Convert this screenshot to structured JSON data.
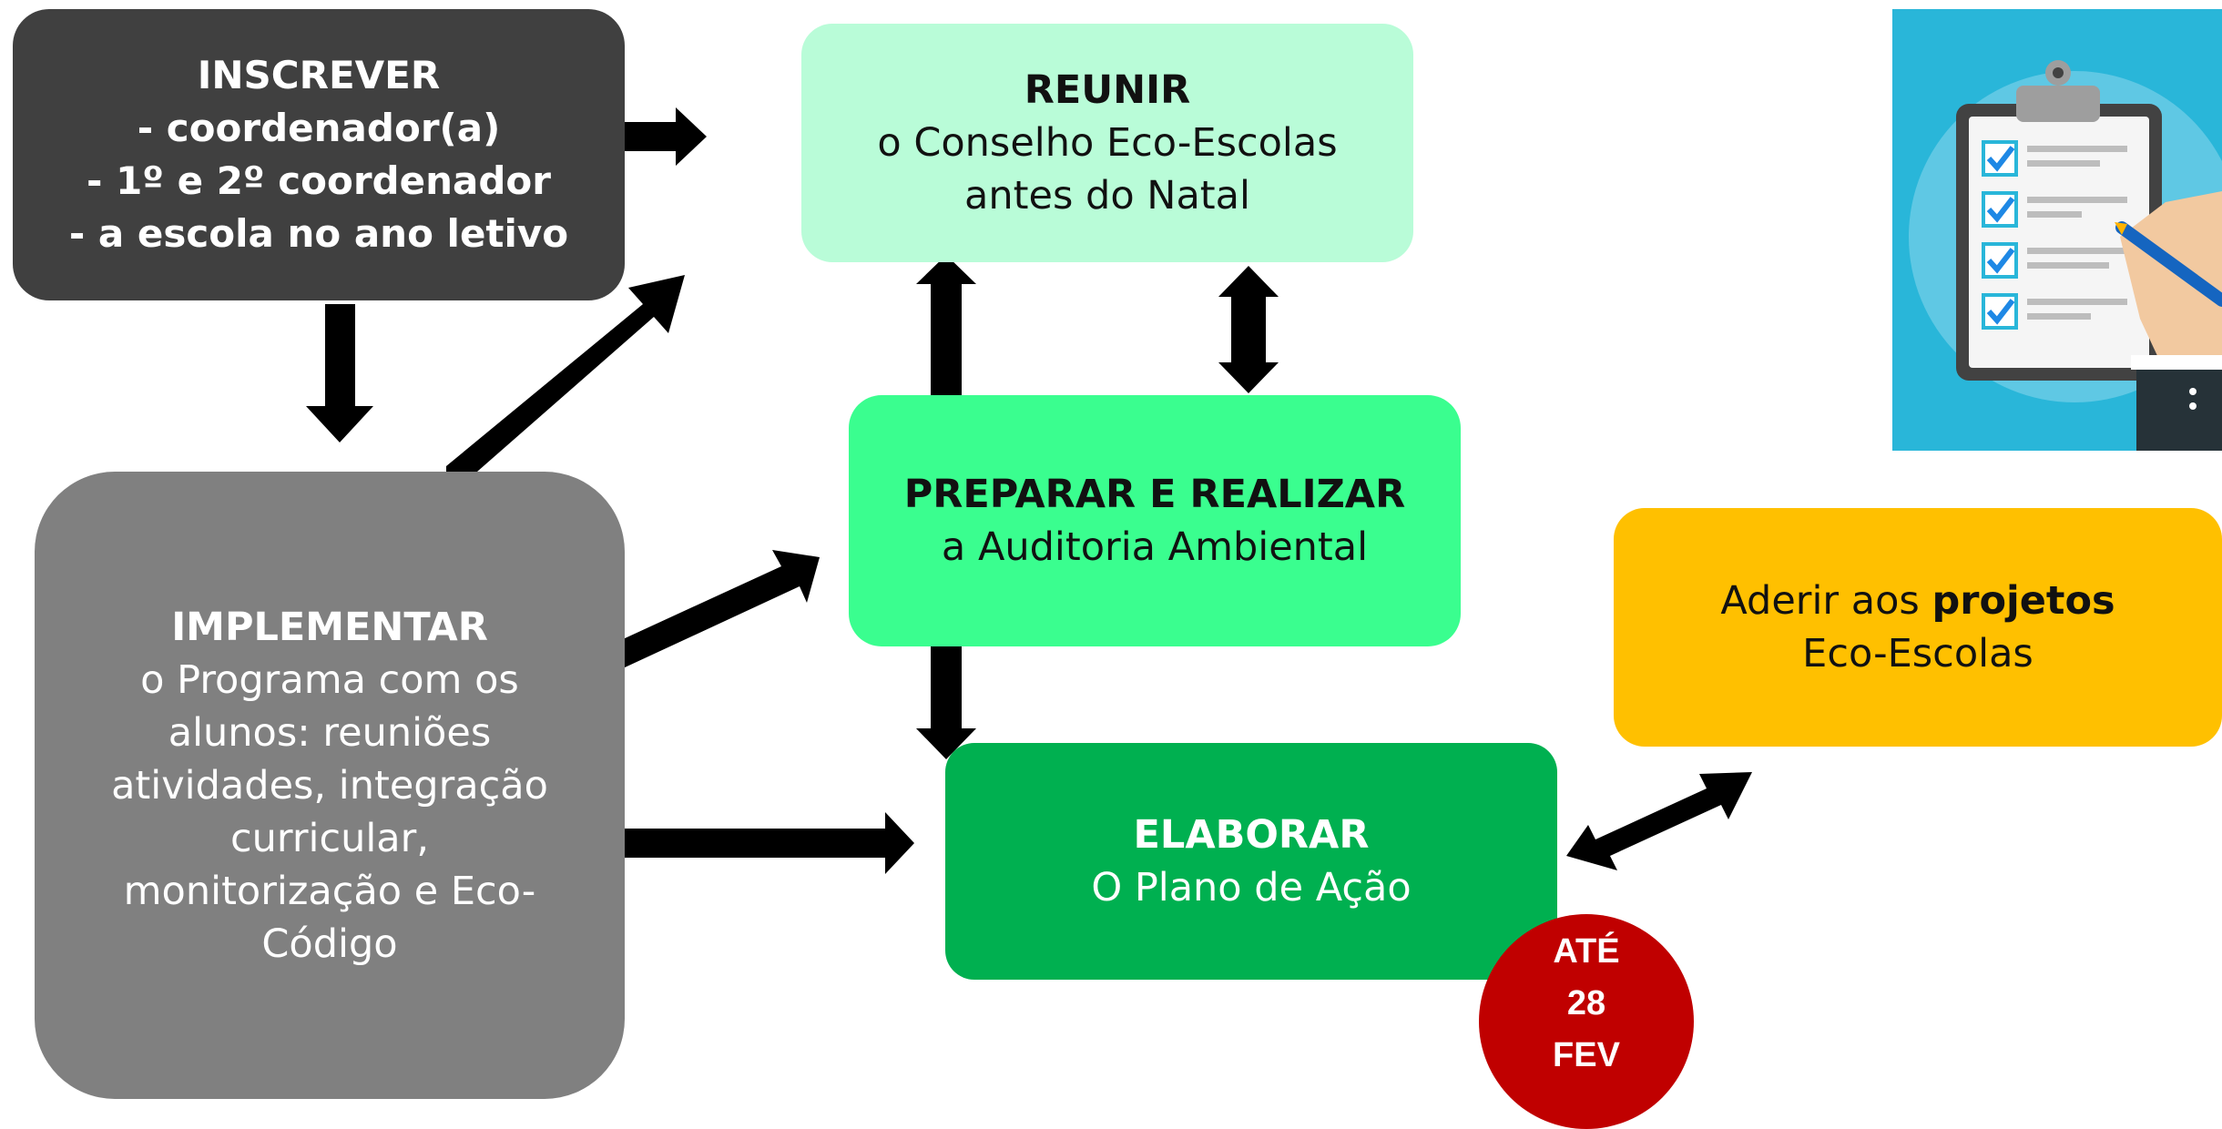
{
  "inscrever": {
    "lines": [
      "INSCREVER",
      "- coordenador(a)",
      "- 1º e 2º coordenador",
      "- a escola no ano letivo"
    ]
  },
  "reunir": {
    "title": "REUNIR",
    "lines": [
      "o Conselho Eco-Escolas",
      "antes do Natal"
    ]
  },
  "preparar": {
    "title": "PREPARAR E REALIZAR",
    "lines": [
      "a Auditoria Ambiental"
    ]
  },
  "implementar": {
    "title": "IMPLEMENTAR",
    "lines": [
      "o Programa com os",
      "alunos: reuniões",
      "atividades, integração",
      "curricular,",
      "monitorização e Eco-",
      "Código"
    ]
  },
  "elaborar": {
    "title": "ELABORAR",
    "lines": [
      "O Plano de Ação"
    ]
  },
  "projetos": {
    "prefix": "Aderir aos ",
    "emphasis": "projetos",
    "line2": "Eco-Escolas"
  },
  "deadline": {
    "lines": [
      "ATÉ",
      "28",
      "FEV"
    ]
  },
  "colors": {
    "inscrever": "#404040",
    "reunir": "#b9fcd8",
    "preparar": "#3afe8f",
    "implementar": "#808080",
    "elaborar": "#00b050",
    "projetos": "#ffc000",
    "deadline": "#c00000",
    "arrow": "#000000"
  },
  "icons": {
    "clipboard": "clipboard-checklist-icon"
  }
}
